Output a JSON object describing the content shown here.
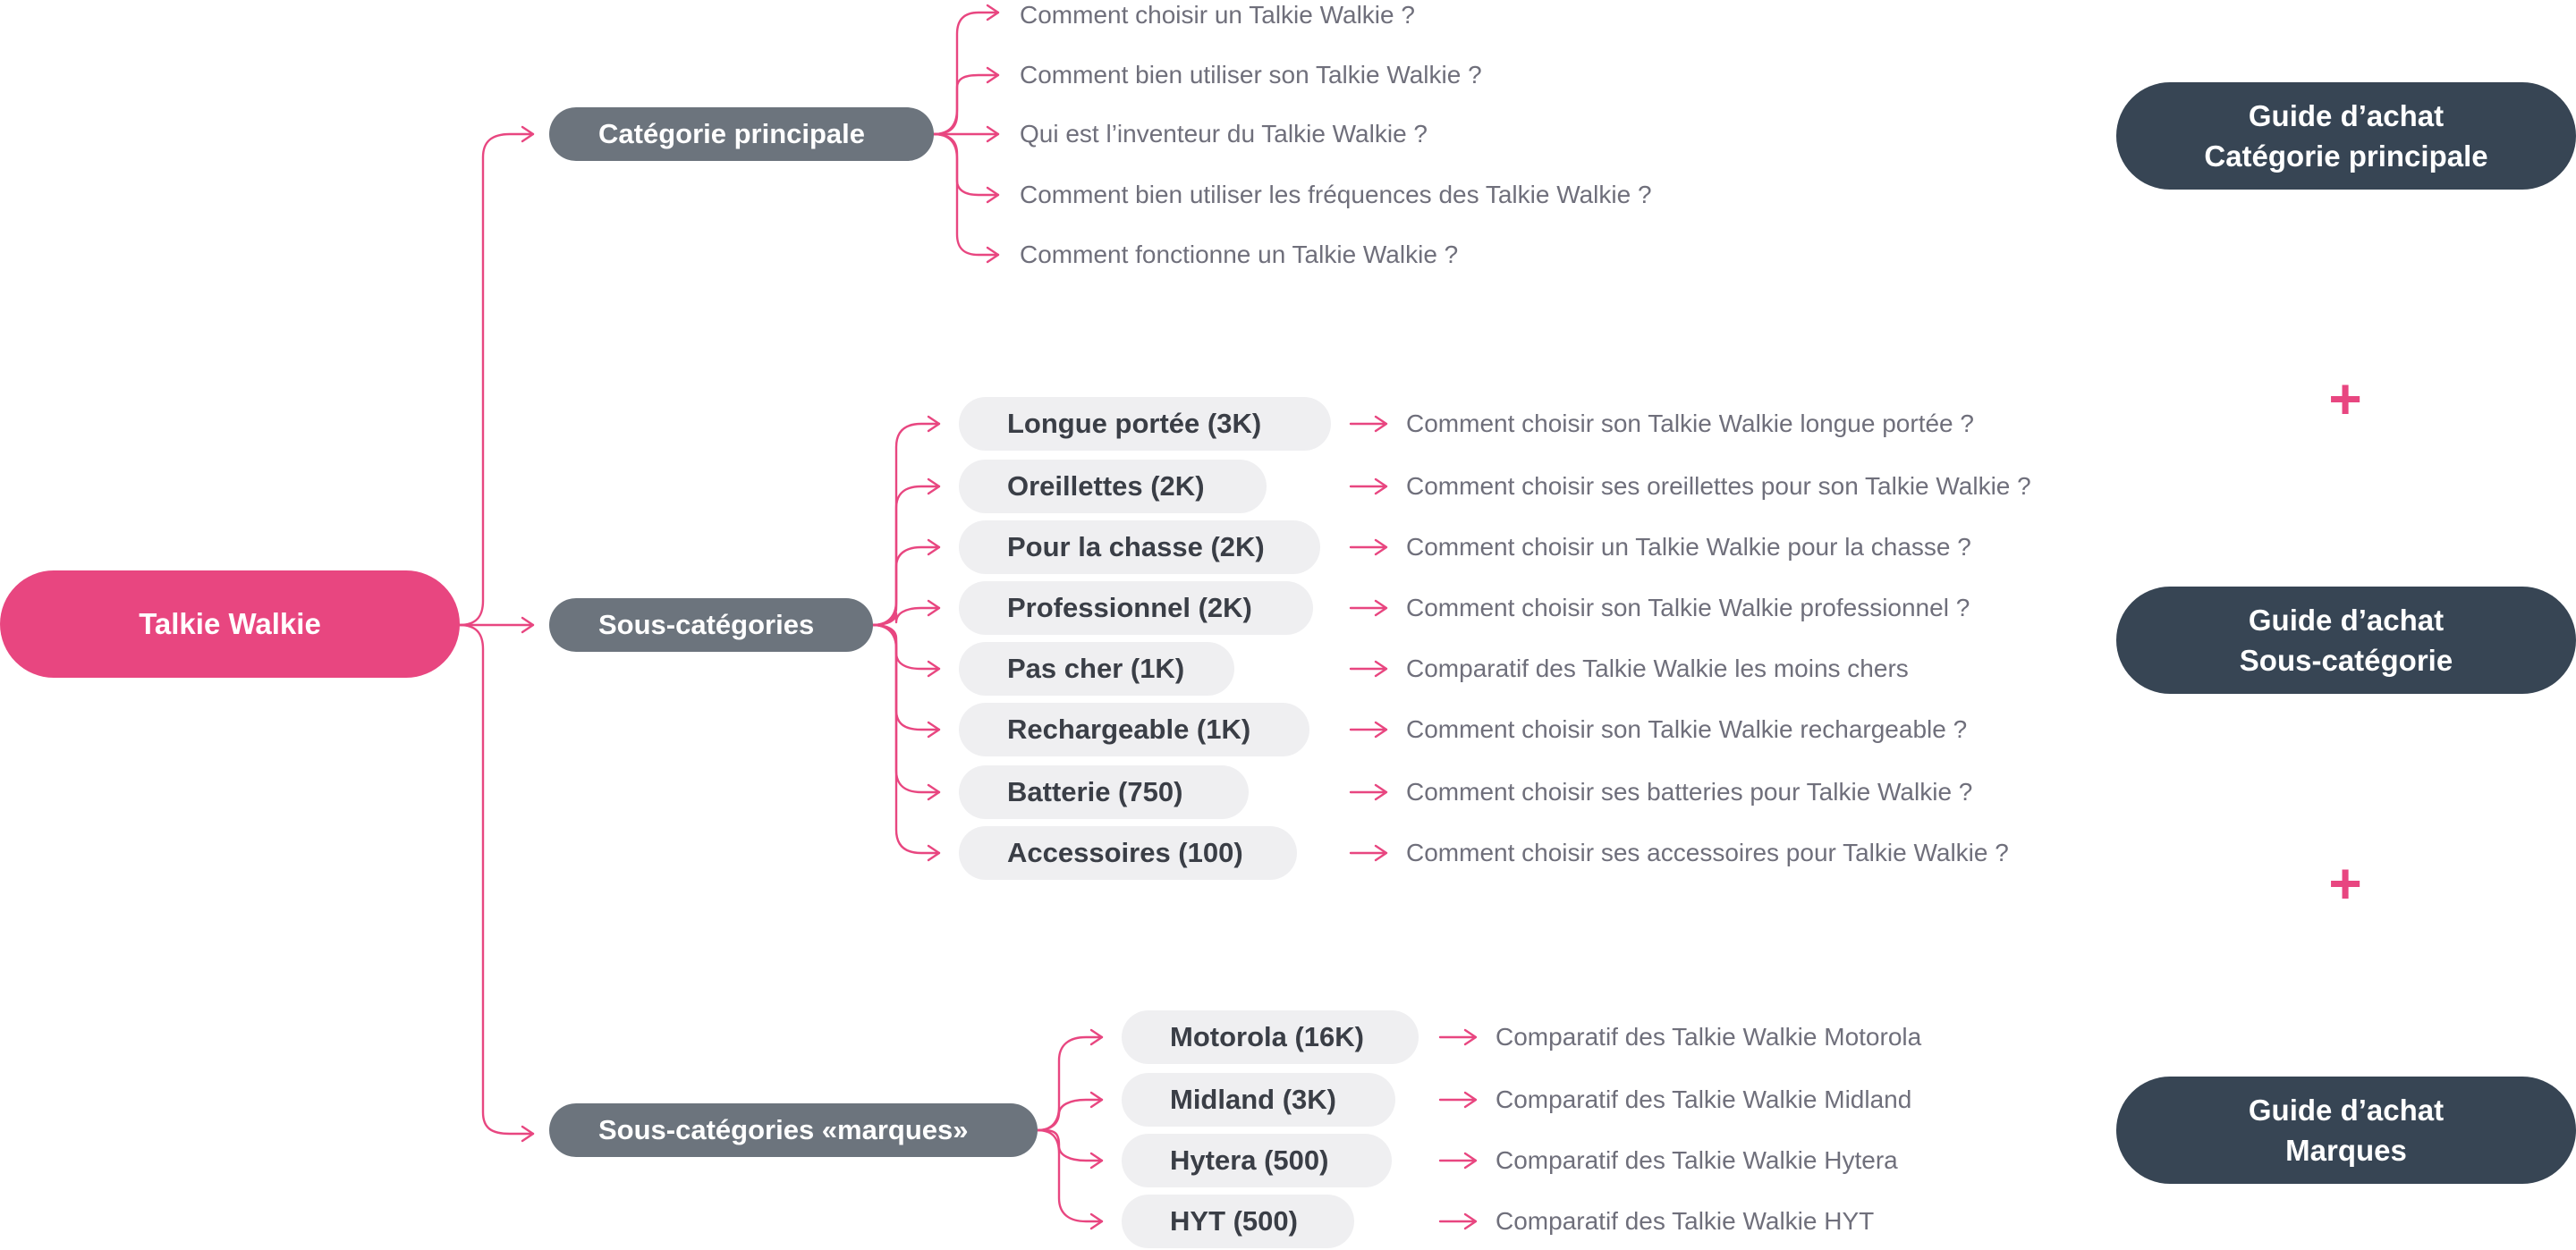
{
  "colors": {
    "accent": "#e84680",
    "category": "#6c747d",
    "subcategory": "#efeff1",
    "guide": "#374554",
    "question_text": "#6f6f7b"
  },
  "root": {
    "label": "Talkie Walkie"
  },
  "main_category": {
    "label": "Catégorie principale",
    "questions": [
      "Comment choisir un Talkie Walkie ?",
      "Comment bien utiliser son Talkie Walkie ?",
      "Qui est l’inventeur du Talkie Walkie ?",
      "Comment bien utiliser les fréquences des Talkie Walkie ?",
      "Comment fonctionne un Talkie Walkie ?"
    ]
  },
  "subcategories": {
    "label": "Sous-catégories",
    "items": [
      {
        "label": "Longue portée (3K)",
        "question": "Comment choisir son Talkie Walkie longue portée ?"
      },
      {
        "label": "Oreillettes (2K)",
        "question": "Comment choisir ses oreillettes pour son Talkie Walkie ?"
      },
      {
        "label": "Pour la chasse (2K)",
        "question": "Comment choisir un Talkie Walkie pour la chasse ?"
      },
      {
        "label": "Professionnel (2K)",
        "question": "Comment choisir son Talkie Walkie professionnel ?"
      },
      {
        "label": "Pas cher (1K)",
        "question": "Comparatif des Talkie Walkie les moins chers"
      },
      {
        "label": "Rechargeable (1K)",
        "question": "Comment choisir son Talkie Walkie rechargeable ?"
      },
      {
        "label": "Batterie (750)",
        "question": "Comment choisir ses batteries pour Talkie Walkie ?"
      },
      {
        "label": "Accessoires (100)",
        "question": "Comment choisir ses accessoires pour Talkie Walkie ?"
      }
    ]
  },
  "brands": {
    "label": "Sous-catégories «marques»",
    "items": [
      {
        "label": "Motorola (16K)",
        "question": "Comparatif des Talkie Walkie Motorola"
      },
      {
        "label": "Midland (3K)",
        "question": "Comparatif des Talkie Walkie Midland"
      },
      {
        "label": "Hytera (500)",
        "question": "Comparatif des Talkie Walkie Hytera"
      },
      {
        "label": "HYT (500)",
        "question": "Comparatif des Talkie Walkie HYT"
      }
    ]
  },
  "guides": [
    {
      "line1": "Guide d’achat",
      "line2": "Catégorie principale"
    },
    {
      "line1": "Guide d’achat",
      "line2": "Sous-catégorie"
    },
    {
      "line1": "Guide d’achat",
      "line2": "Marques"
    }
  ],
  "plus_symbols": [
    "+",
    "+"
  ]
}
